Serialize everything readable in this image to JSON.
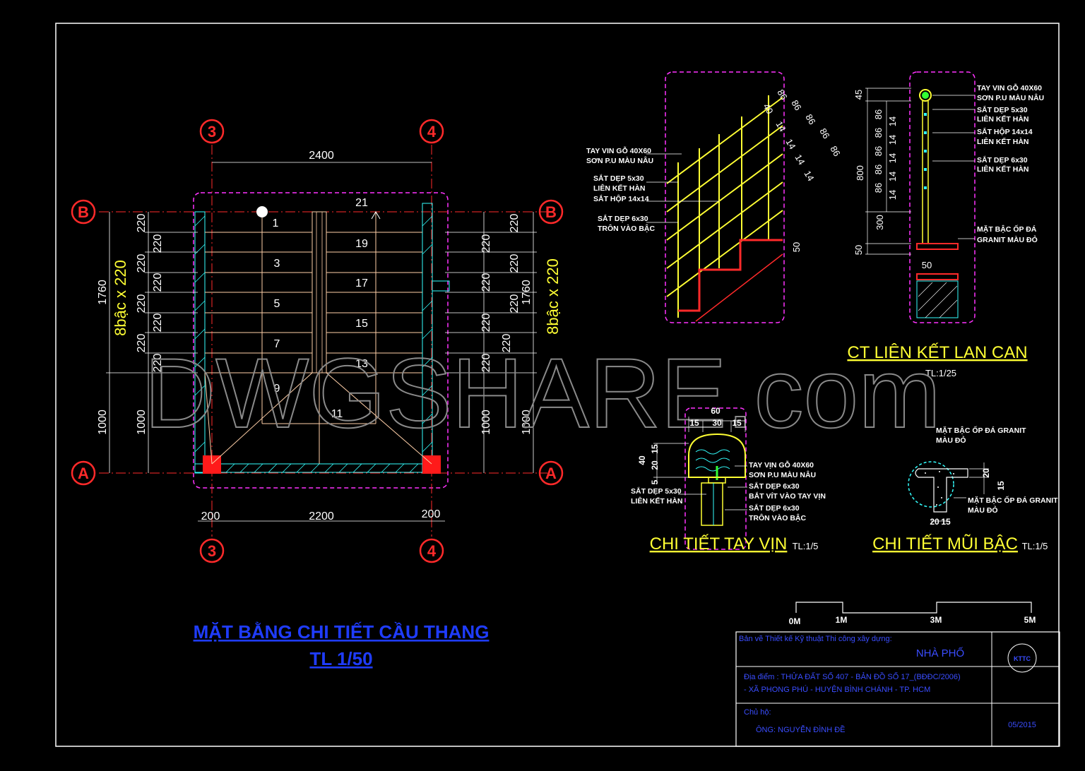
{
  "plan": {
    "dims": {
      "top_width": "2400",
      "bottom_left": "200",
      "bottom_mid": "2200",
      "bottom_right": "200",
      "side_total_upper": "1760",
      "side_total_lower": "1000",
      "side_lower_inner": "1000",
      "step_size": "220",
      "steps_label": "8bậc x 220"
    },
    "axes": {
      "a": "A",
      "b": "B",
      "three": "3",
      "four": "4"
    },
    "steps_left": [
      "1",
      "3",
      "5",
      "7",
      "9"
    ],
    "steps_right": [
      "21",
      "19",
      "17",
      "15",
      "13"
    ],
    "step_bottom": "11",
    "title": "MẶT BẰNG CHI TIẾT CẦU THANG",
    "scale": "TL 1/50"
  },
  "rail_section": {
    "labels": [
      "TAY VIN GỖ 40X60",
      "SƠN P.U MÀU NÂU",
      "SẮT DẸP 5x30",
      "LIÊN KẾT HÀN",
      "SẮT HỘP 14x14",
      "SẮT DẸP 6x30",
      "TRÔN VÀO BẬC"
    ],
    "dim_86": "86",
    "dim_14": "14",
    "dim_40": "40",
    "dim_50": "50"
  },
  "rail_elevation": {
    "labels": [
      "TAY VIN GỖ 40X60",
      "SƠN P.U MÀU NÂU",
      "SẮT DẸP 5x30",
      "LIÊN KẾT HÀN",
      "SẮT HỘP 14x14",
      "LIÊN KẾT HÀN",
      "SẮT DẸP 6x30",
      "LIÊN KẾT HÀN",
      "MẶT BẬC ỐP ĐÁ",
      "GRANIT MÀU ĐỎ"
    ],
    "dims": {
      "d45": "45",
      "d86": "86",
      "d14": "14",
      "d800": "800",
      "d300": "300",
      "d50": "50",
      "d50b": "50"
    },
    "title": "CT LIÊN KẾT LAN CAN",
    "scale": "TL:1/25"
  },
  "handrail": {
    "dims": {
      "w60": "60",
      "w15a": "15",
      "w30": "30",
      "w15b": "15",
      "h40": "40",
      "h15": "15",
      "h20": "20",
      "h5": "5"
    },
    "labels_right": [
      "TAY VỊN GỖ 40X60",
      "SƠN P.U MÀU NÂU",
      "SẮT DẸP 6x30",
      "BẮT VÍT VÀO TAY VỊN",
      "SẮT DẸP 6x30",
      "TRÔN VÀO BẬC"
    ],
    "labels_left": [
      "SẮT DẸP 5x30",
      "LIÊN KẾT HÀN"
    ],
    "title": "CHI TIẾT TAY VỊN",
    "scale": "TL:1/5"
  },
  "nosing": {
    "labels": [
      "MẶT BẬC ỐP ĐÁ GRANIT",
      "MÀU ĐỎ",
      "MẶT BẬC ỐP ĐÁ GRANIT",
      "MÀU ĐỎ"
    ],
    "dims": {
      "d20": "20",
      "d15": "15",
      "d15b": "15"
    },
    "title": "CHI TIẾT MŨI BẬC",
    "scale": "TL:1/5"
  },
  "scalebar": [
    "0M",
    "1M",
    "3M",
    "5M"
  ],
  "titleblock": {
    "line1": "Bản vẽ Thiết kế Kỹ thuật Thi công xây dựng:",
    "project": "NHÀ PHỐ",
    "logo": "KTTC",
    "addr1": "Địa điểm : THỬA ĐẤT SỐ 407 - BẢN ĐỒ SỐ 17_(BĐĐC/2006)",
    "addr2": "- XÃ PHONG PHÚ - HUYỆN BÌNH CHÁNH - TP. HCM",
    "owner_label": "Chủ hộ:",
    "owner": "ÔNG: NGUYỄN ĐÌNH ĐỀ",
    "date": "05/2015"
  },
  "watermark": "DWGSHARE.com",
  "colors": {
    "background": "#000000",
    "axis": "#ff2a2a",
    "title_blue": "#1f3cff",
    "yellow": "#ffff33",
    "magenta": "#ff33ff",
    "cyan": "#33ffff"
  }
}
